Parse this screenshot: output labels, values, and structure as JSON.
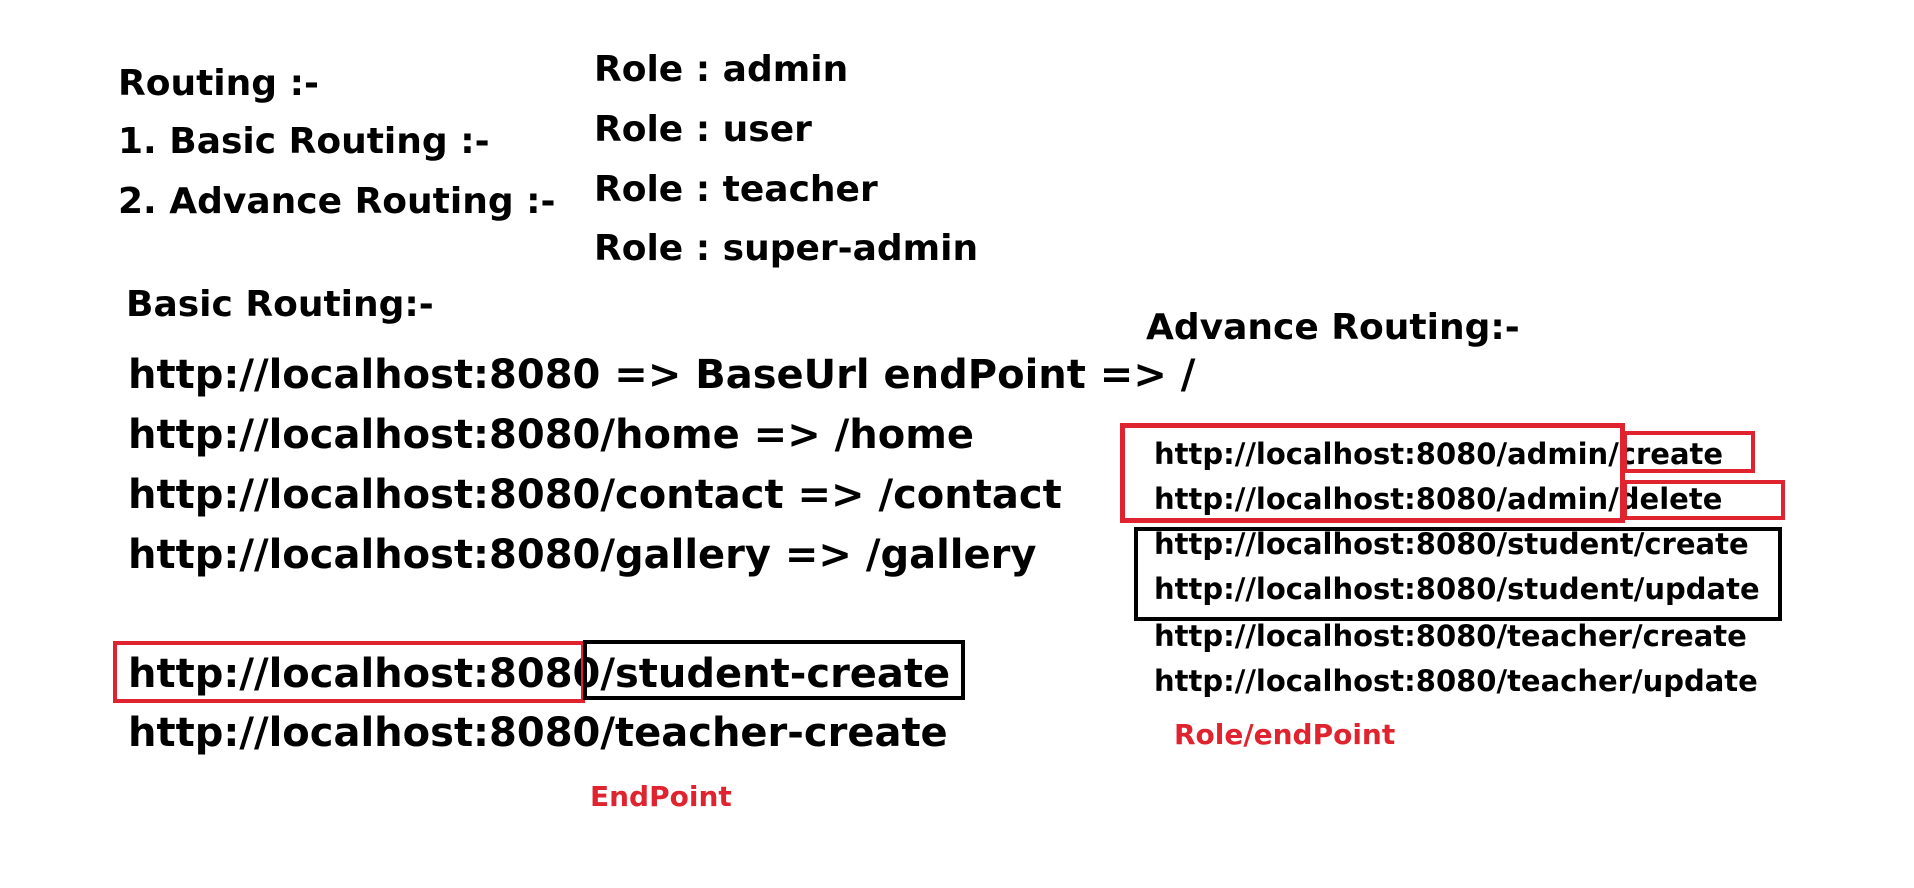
{
  "colors": {
    "text": "#000000",
    "accent_red": "#e0242f",
    "box_black": "#000000",
    "background": "#ffffff"
  },
  "routing_intro": {
    "title": "Routing :-",
    "item_1": "1. Basic Routing :-",
    "item_2": "2. Advance Routing :-"
  },
  "roles": [
    "Role : admin",
    "Role : user",
    "Role : teacher",
    "Role : super-admin"
  ],
  "basic_routing": {
    "heading": "Basic Routing:-",
    "lines": [
      "http://localhost:8080   => BaseUrl  endPoint => /",
      "http://localhost:8080/home => /home",
      "http://localhost:8080/contact => /contact",
      "http://localhost:8080/gallery => /gallery"
    ],
    "example_lines": [
      "http://localhost:8080/student-create",
      "http://localhost:8080/teacher-create"
    ],
    "endpoint_label": "EndPoint"
  },
  "advance_routing": {
    "heading": "Advance Routing:-",
    "lines": [
      "http://localhost:8080/admin/create",
      "http://localhost:8080/admin/delete",
      "http://localhost:8080/student/create",
      "http://localhost:8080/student/update",
      "http://localhost:8080/teacher/create",
      "http://localhost:8080/teacher/update"
    ],
    "role_endpoint_label": "Role/endPoint"
  }
}
